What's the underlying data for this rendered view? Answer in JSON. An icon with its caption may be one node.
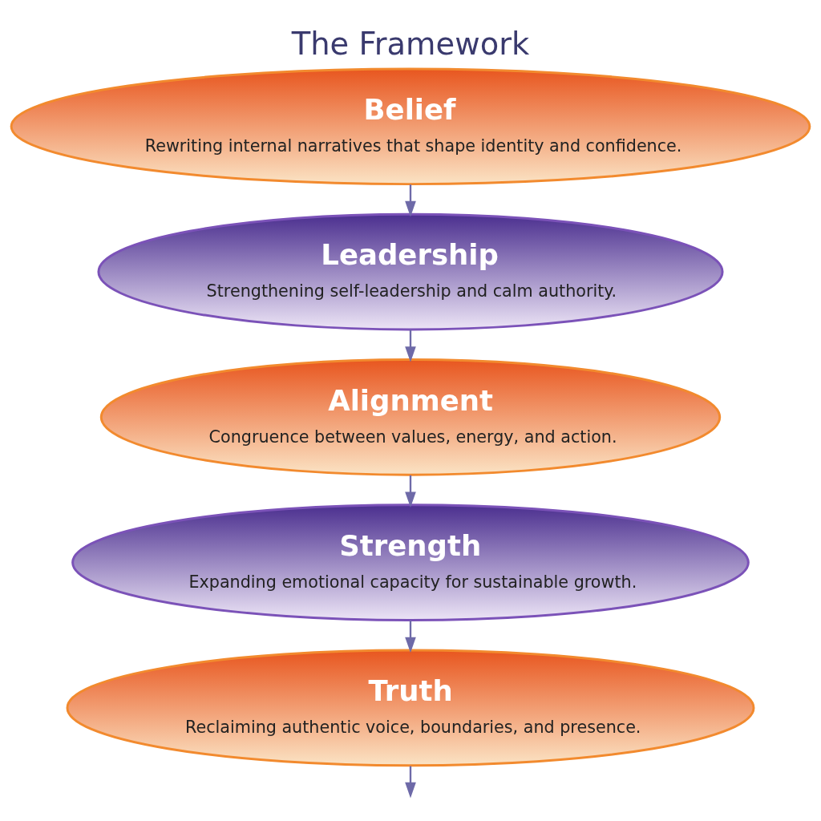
{
  "diagram": {
    "title": "The Framework",
    "nodes": [
      {
        "text": [
          "Belief",
          "Rewriting internal narratives that shape identity and confidence."
        ]
      },
      {
        "text": [
          "Leadership",
          "Strengthening self-leadership and calm authority."
        ]
      },
      {
        "text": [
          "Alignment",
          "Congruence between values, energy, and action."
        ]
      },
      {
        "text": [
          "Strength",
          "Expanding emotional capacity for sustainable growth."
        ]
      },
      {
        "text": [
          "Truth",
          "Reclaiming authentic voice, boundaries, and presence."
        ]
      }
    ],
    "edges": [
      {
        "from": 0,
        "to": 1,
        "arrow": "to"
      },
      {
        "from": 1,
        "to": 2,
        "arrow": "to"
      },
      {
        "from": 2,
        "to": 3,
        "arrow": "to"
      },
      {
        "from": 3,
        "to": 4,
        "arrow": "to"
      },
      {
        "from": 4,
        "to": null,
        "arrow": "to"
      }
    ]
  }
}
